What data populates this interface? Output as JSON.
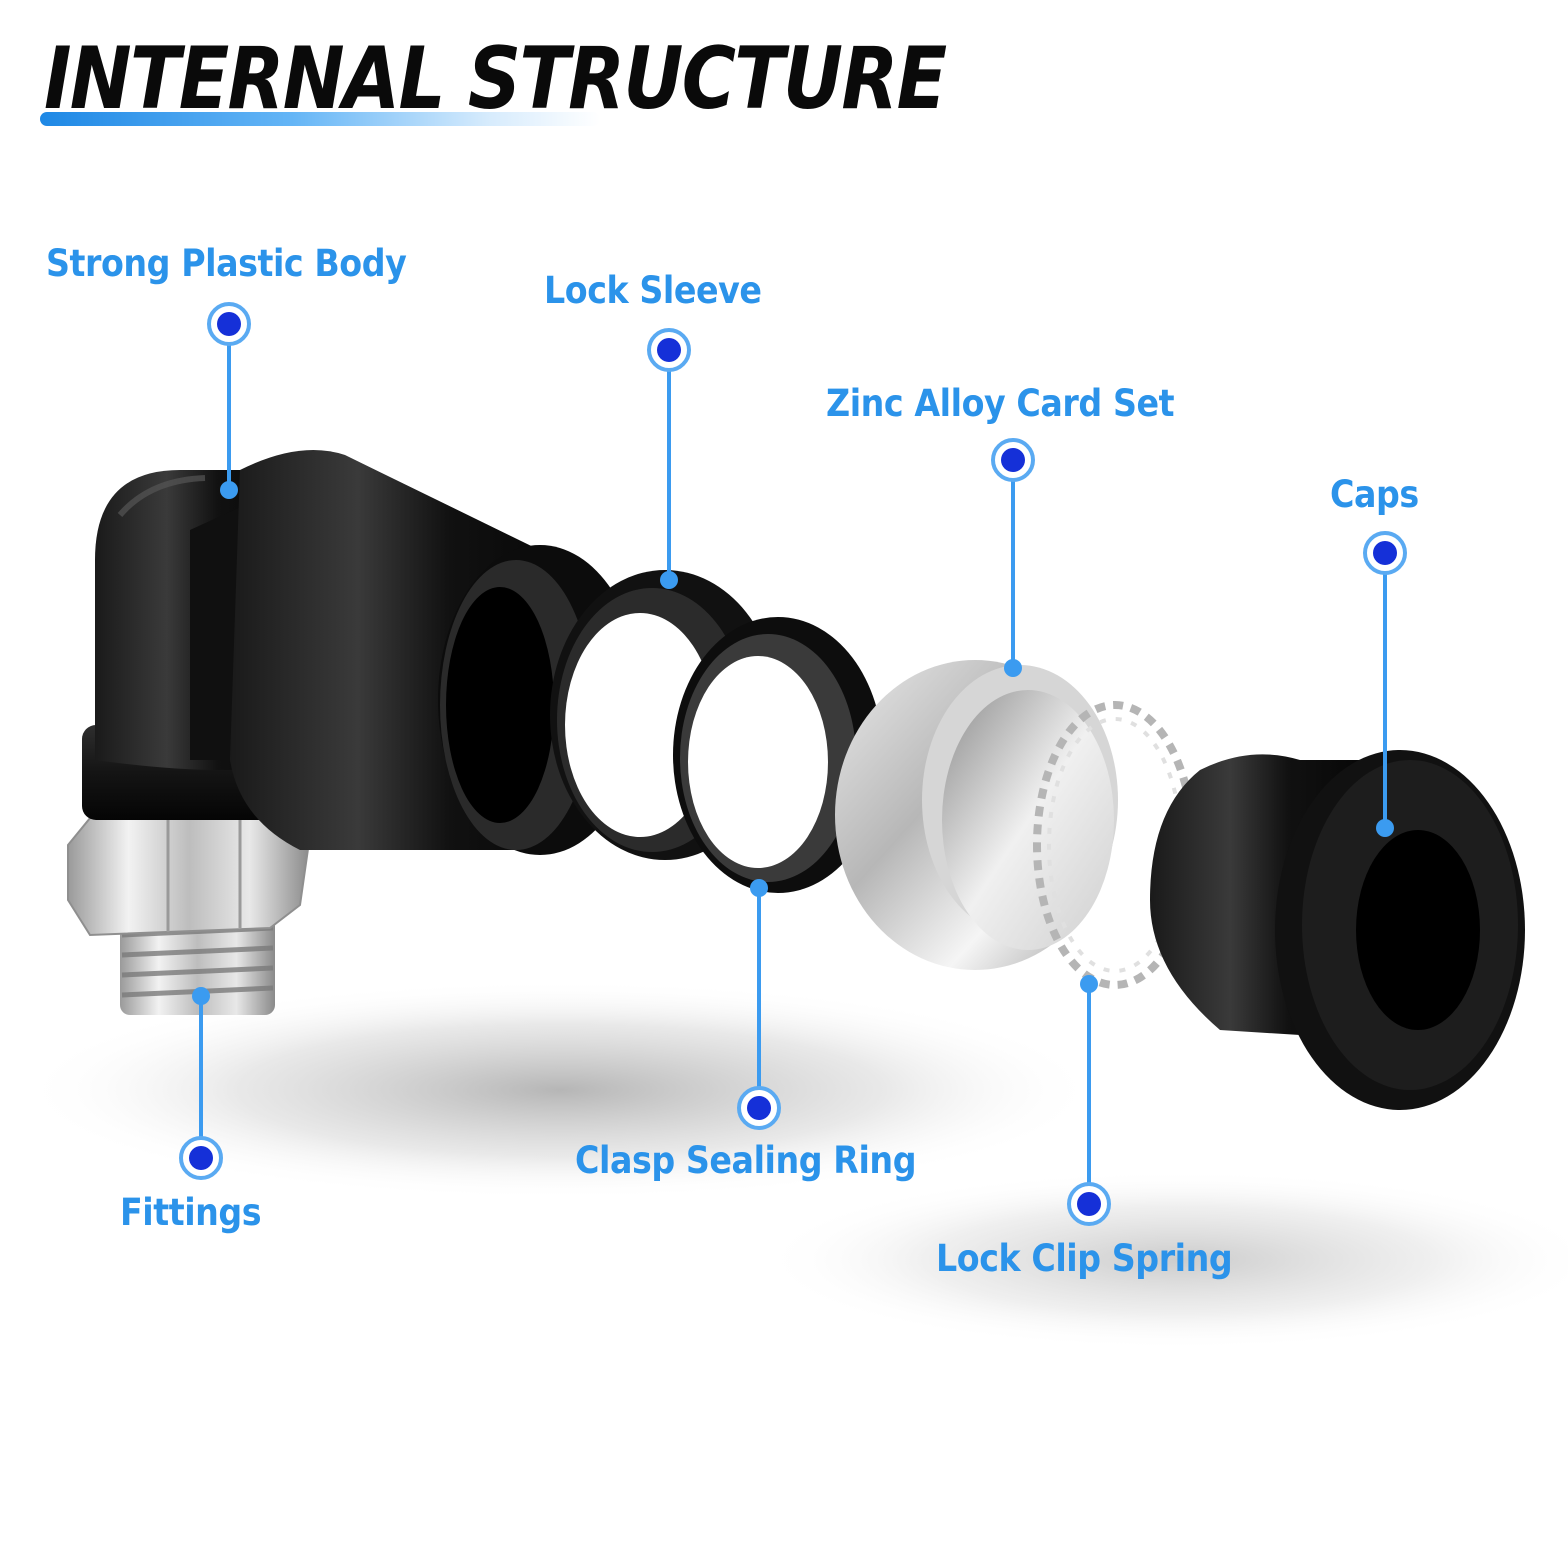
{
  "title": "INTERNAL STRUCTURE",
  "accent_color": "#2b93ea",
  "marker_color": "#1530d8",
  "labels": {
    "body": "Strong Plastic Body",
    "lock_sleeve": "Lock Sleeve",
    "card_set": "Zinc Alloy Card Set",
    "caps": "Caps",
    "fittings": "Fittings",
    "sealing_ring": "Clasp Sealing Ring",
    "clip_spring": "Lock Clip Spring"
  }
}
